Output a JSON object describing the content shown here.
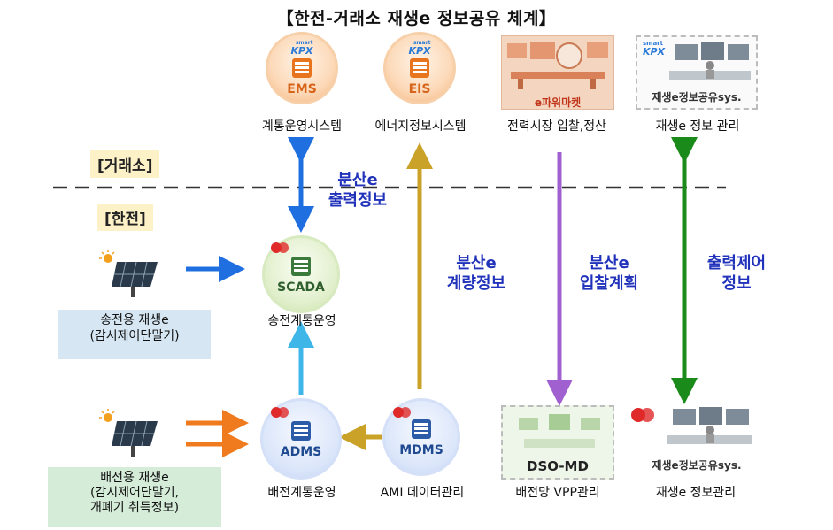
{
  "title": "【한전-거래소 재생e 정보공유 체계】",
  "zones": {
    "exchange": "[거래소]",
    "kepco": "[한전]"
  },
  "systems": {
    "ems": {
      "badge": "EMS",
      "logo": "KPX",
      "logo_small": "smart",
      "label": "계통운영시스템"
    },
    "eis": {
      "badge": "EIS",
      "logo": "KPX",
      "logo_small": "smart",
      "label": "에너지정보시스템"
    },
    "epower": {
      "badge": "e파워마켓",
      "label": "전력시장 입찰,정산"
    },
    "share_kpx": {
      "badge": "재생e정보공유sys.",
      "logo": "KPX",
      "logo_small": "smart",
      "label": "재생e 정보 관리"
    },
    "scada": {
      "badge": "SCADA",
      "label": "송전계통운영"
    },
    "adms": {
      "badge": "ADMS",
      "label": "배전계통운영"
    },
    "mdms": {
      "badge": "MDMS",
      "label": "AMI 데이터관리"
    },
    "dso": {
      "badge": "DSO-MD",
      "label": "배전망 VPP관리"
    },
    "share_kepco": {
      "badge": "재생e정보공유sys.",
      "label": "재생e 정보관리"
    }
  },
  "sources": {
    "transmission": {
      "line1": "송전용 재생e",
      "line2": "(감시제어단말기)"
    },
    "distribution": {
      "line1": "배전용 재생e",
      "line2": "(감시제어단말기,",
      "line3": "개폐기 취득정보)"
    }
  },
  "flows": {
    "output": {
      "line1": "분산e",
      "line2": "출력정보"
    },
    "metering": {
      "line1": "분산e",
      "line2": "계량정보"
    },
    "bidding": {
      "line1": "분산e",
      "line2": "입찰계획"
    },
    "control": {
      "line1": "출력제어",
      "line2": "정보"
    }
  },
  "colors": {
    "output_arrow": "#1f6fe0",
    "metering_arrow": "#c9a227",
    "bidding_arrow": "#a060d0",
    "control_arrow": "#1a8a1a",
    "source_arrow_blue": "#1f6fe0",
    "source_arrow_orange": "#f07a1e",
    "adms_scada_arrow": "#3fb6e8",
    "mdms_adms_arrow": "#c9a227",
    "zone_bg": "#fdf1c8",
    "box_blue": "#d6e7f3",
    "box_green": "#d4ecd8",
    "flow_text": "#2233bb"
  }
}
